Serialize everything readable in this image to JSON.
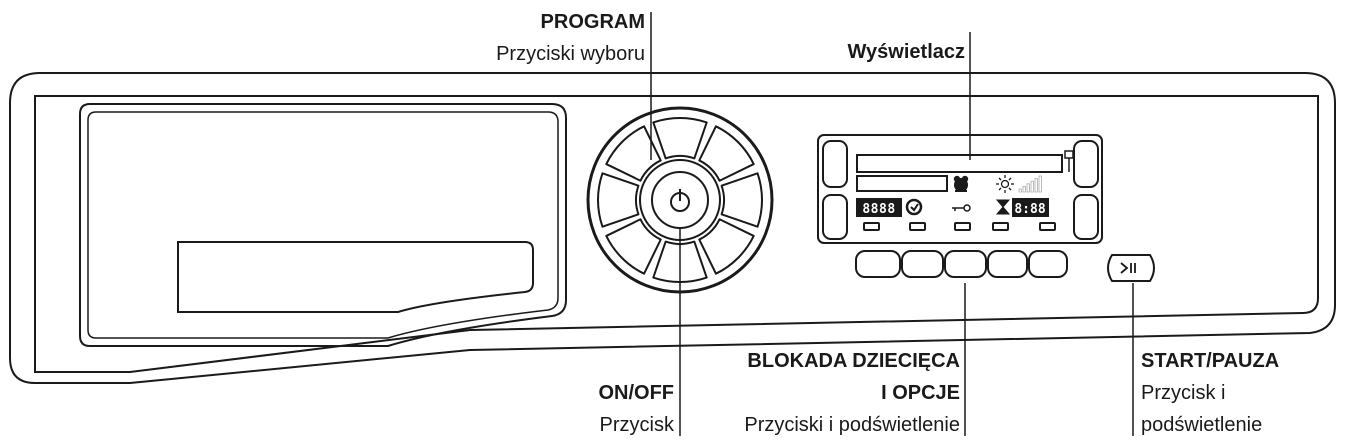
{
  "labels": {
    "program": {
      "title": "PROGRAM",
      "subtitle": "Przyciski wyboru"
    },
    "display": {
      "title": "Wyświetlacz"
    },
    "onoff": {
      "title": "ON/OFF",
      "subtitle": "Przycisk"
    },
    "childlock": {
      "title_line1": "BLOKADA DZIECIĘCA",
      "title_line2": "I OPCJE",
      "subtitle": "Przyciski i podświetlenie"
    },
    "startpause": {
      "title": "START/PAUZA",
      "subtitle_line1": "Przycisk i",
      "subtitle_line2": "podświetlenie"
    }
  },
  "display": {
    "digits_left": "8888",
    "digits_right": "8:88"
  },
  "icons": {
    "power": "power-icon",
    "baby": "baby-icon",
    "sun": "sun-icon",
    "signal": "signal-bars-icon",
    "cycle": "cycle-icon",
    "key": "key-icon",
    "hourglass": "hourglass-icon",
    "start_pause": "play-pause-icon"
  },
  "colors": {
    "line": "#1a1a1a",
    "background": "#ffffff"
  }
}
